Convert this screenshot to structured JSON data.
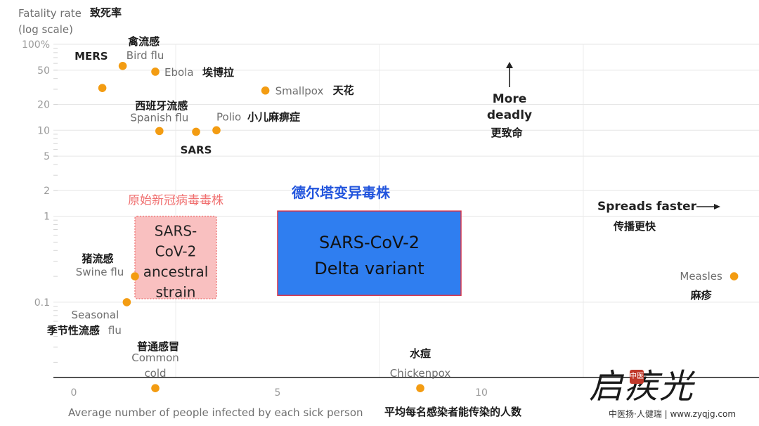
{
  "chart_data": {
    "type": "scatter",
    "y_scale": "log",
    "grid": true,
    "ylabel": {
      "en": "Fatality rate",
      "en2": "(log scale)",
      "zh": "致死率"
    },
    "xlabel": {
      "en": "Average number of people infected by each sick person",
      "zh": "平均每名感染者能传染的人数"
    },
    "xlim": [
      -0.9,
      16.8
    ],
    "ylim": [
      0.0095,
      100
    ],
    "x_ticks": [
      "0",
      "5",
      "10"
    ],
    "x_tick_values": [
      0,
      5,
      10
    ],
    "y_ticks": [
      "100%",
      "50",
      "20",
      "10",
      "5",
      "2",
      "1",
      "0.1"
    ],
    "y_tick_values": [
      100,
      50,
      20,
      10,
      5,
      2,
      1,
      0.1
    ],
    "point_color": "#f39c12",
    "points": [
      {
        "id": "mers",
        "x": 0.7,
        "y": 31,
        "labels": [
          "MERS"
        ]
      },
      {
        "id": "bird-flu",
        "x": 1.2,
        "y": 56,
        "labels": [
          "禽流感",
          "Bird flu"
        ]
      },
      {
        "id": "ebola",
        "x": 2.0,
        "y": 48,
        "labels": [
          "Ebola",
          "埃博拉"
        ]
      },
      {
        "id": "smallpox",
        "x": 4.7,
        "y": 29,
        "labels": [
          "Smallpox",
          "天花"
        ]
      },
      {
        "id": "spanish-flu",
        "x": 2.1,
        "y": 9.8,
        "labels": [
          "西班牙流感",
          "Spanish flu"
        ]
      },
      {
        "id": "sars",
        "x": 3.0,
        "y": 9.6,
        "labels": [
          "SARS"
        ]
      },
      {
        "id": "polio",
        "x": 3.5,
        "y": 10,
        "labels": [
          "Polio",
          "小儿麻痹症"
        ]
      },
      {
        "id": "swine-flu",
        "x": 1.5,
        "y": 0.2,
        "labels": [
          "猪流感",
          "Swine flu"
        ]
      },
      {
        "id": "seasonal-flu",
        "x": 1.3,
        "y": 0.1,
        "labels": [
          "Seasonal",
          "季节性流感",
          "flu"
        ]
      },
      {
        "id": "measles",
        "x": 16.2,
        "y": 0.2,
        "labels": [
          "Measles",
          "麻疹"
        ]
      },
      {
        "id": "common-cold",
        "x": 2.0,
        "y": 0.01,
        "labels": [
          "普通感冒",
          "Common",
          "cold"
        ]
      },
      {
        "id": "chickenpox",
        "x": 8.5,
        "y": 0.01,
        "labels": [
          "水痘",
          "Chickenpox"
        ]
      }
    ],
    "regions": [
      {
        "id": "ancestral",
        "title": "原始新冠病毒毒株",
        "lines": [
          "SARS-",
          "CoV-2",
          "ancestral",
          "strain"
        ],
        "x": [
          1.5,
          3.5
        ],
        "y": [
          0.11,
          1
        ],
        "fill": "#f9c0c0",
        "stroke": "#f08080",
        "title_color": "#f07070"
      },
      {
        "id": "delta",
        "title": "德尔塔变异毒株",
        "lines": [
          "SARS-CoV-2",
          "Delta variant"
        ],
        "x": [
          5,
          9.5
        ],
        "y": [
          0.12,
          1.15
        ],
        "fill": "#2f7ef0",
        "stroke": "#d9364a",
        "title_color": "#2255dd"
      }
    ],
    "annotations": [
      {
        "id": "more-deadly",
        "lines": [
          "More",
          "deadly",
          "更致命"
        ],
        "arrow": "up"
      },
      {
        "id": "spreads-faster",
        "lines": [
          "Spreads faster",
          "传播更快"
        ],
        "arrow": "right"
      }
    ]
  },
  "watermark": {
    "logo_text": "启疾光",
    "seal_text": "中医",
    "url_text": "中医扬·人健瑞 | www.zyqjg.com"
  }
}
